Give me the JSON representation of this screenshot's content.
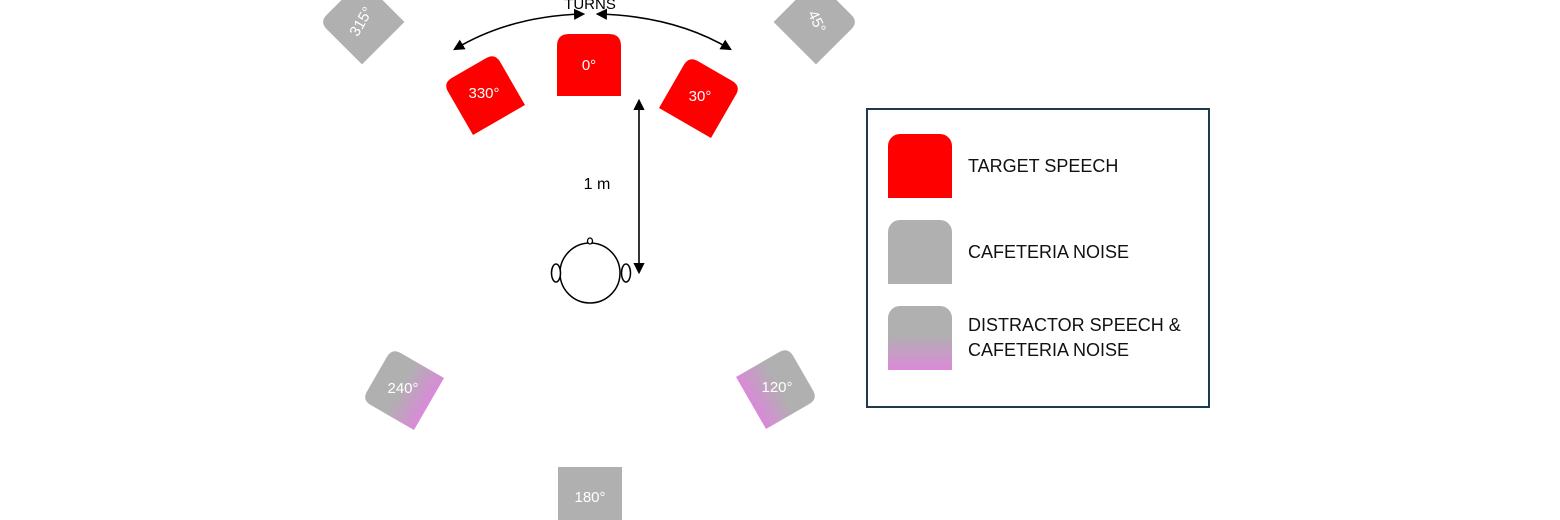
{
  "diagram": {
    "turns_label": "TURNS",
    "distance_label": "1 m",
    "speakers": [
      {
        "id": "spk-0",
        "label": "0°",
        "kind": "target"
      },
      {
        "id": "spk-30",
        "label": "30°",
        "kind": "target"
      },
      {
        "id": "spk-330",
        "label": "330°",
        "kind": "target"
      },
      {
        "id": "spk-45",
        "label": "45°",
        "kind": "noise"
      },
      {
        "id": "spk-315",
        "label": "315°",
        "kind": "noise"
      },
      {
        "id": "spk-120",
        "label": "120°",
        "kind": "distractor"
      },
      {
        "id": "spk-240",
        "label": "240°",
        "kind": "distractor"
      },
      {
        "id": "spk-180",
        "label": "180°",
        "kind": "noise"
      }
    ]
  },
  "legend": {
    "items": [
      {
        "label": "TARGET SPEECH",
        "kind": "target"
      },
      {
        "label": "CAFETERIA NOISE",
        "kind": "noise"
      },
      {
        "label": "DISTRACTOR SPEECH  &\nCAFETERIA NOISE",
        "kind": "distractor"
      }
    ]
  },
  "colors": {
    "target": "#ff0000",
    "noise": "#b0b0b0",
    "distractor_tint": "#d98ad8",
    "legend_border": "#1f3a4d"
  }
}
